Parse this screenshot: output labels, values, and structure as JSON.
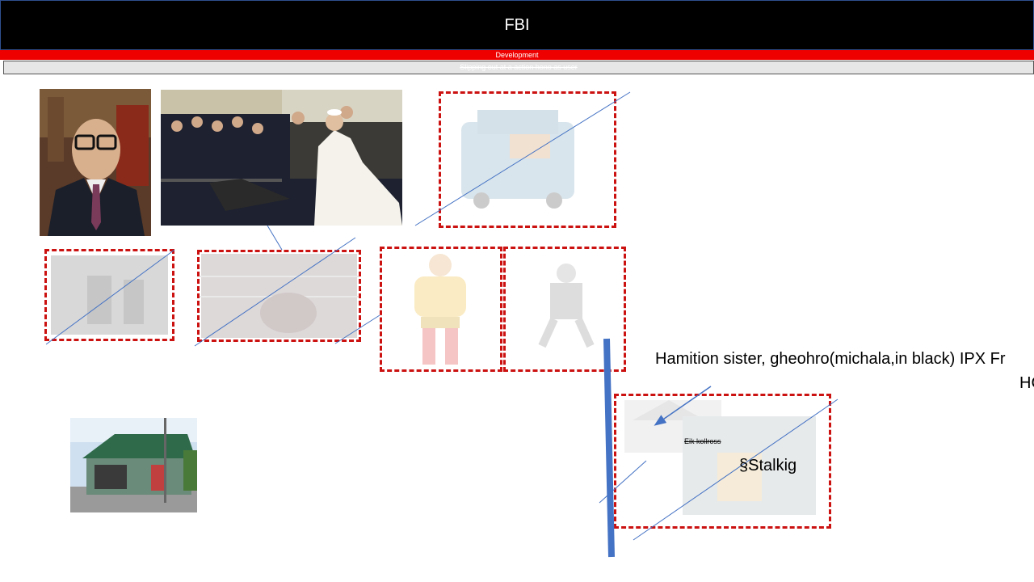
{
  "header": {
    "title": "FBI"
  },
  "subheader": {
    "label": "Development"
  },
  "status_strip": {
    "label": "Slipping out at a action hono as user"
  },
  "annotations": {
    "main_note": "Hamition sister, gheohro(michala,in black) IPX Fr",
    "main_note_tail": "HC",
    "strike_label": "Eik kollross",
    "stalking": "§Stalkig"
  },
  "colors": {
    "frame": "#cc1111",
    "line": "#4472c4",
    "header_bg": "#000000",
    "subheader_bg": "#ee0000"
  }
}
